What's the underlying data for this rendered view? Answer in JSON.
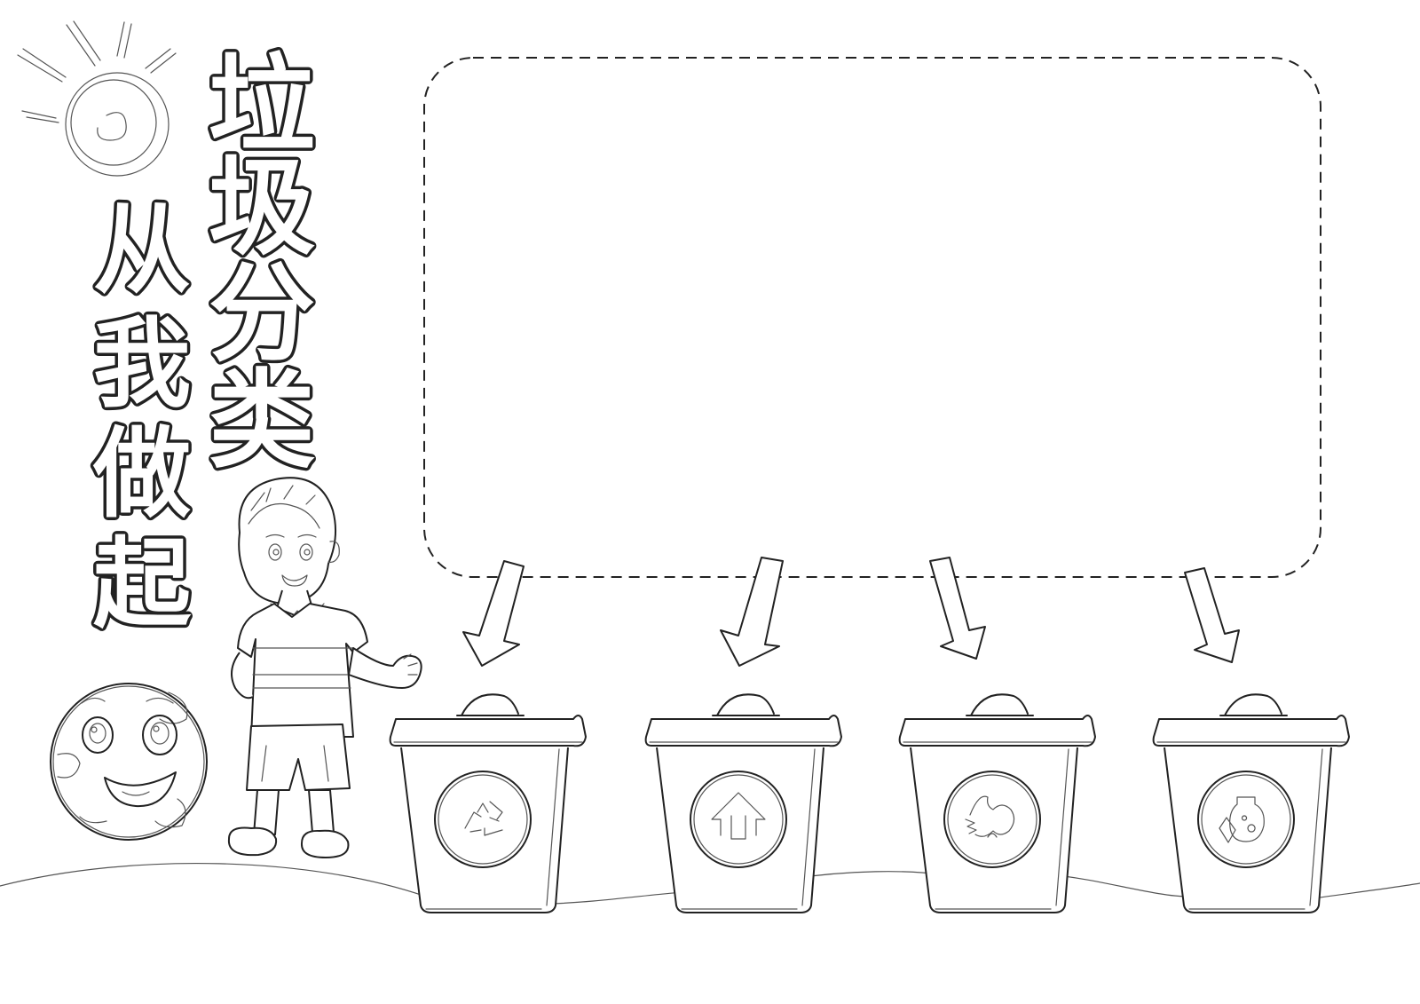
{
  "title": {
    "column_right": [
      "垃",
      "圾",
      "分",
      "类"
    ],
    "column_left": [
      "从",
      "我",
      "做",
      "起"
    ]
  },
  "bins": [
    {
      "icon": "recycle-icon"
    },
    {
      "icon": "hazardous-arrows-icon"
    },
    {
      "icon": "kitchen-waste-icon"
    },
    {
      "icon": "other-waste-icon"
    }
  ],
  "colors": {
    "line": "#222222",
    "background": "#ffffff"
  }
}
